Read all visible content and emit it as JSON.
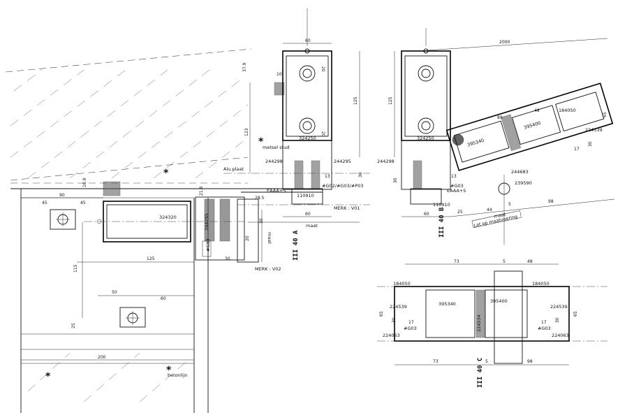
{
  "details": {
    "a": {
      "title": "III 40 A",
      "merk": "MERK : V02"
    },
    "b": {
      "title": "III 40 B",
      "merk": "MERK : V01"
    },
    "c": {
      "title": "III 40 C"
    }
  },
  "labels": {
    "alu_plaat": "Alu.plaat",
    "metsel_stud": "metsel stud",
    "betonlijn": "betonlijn",
    "maat": "maat",
    "maat_b": "maat",
    "maat_vert": "maat",
    "lat_op_maat": "Lat op maatvoering",
    "star": "*"
  },
  "codes": {
    "p324250": "324250",
    "p324250_b": "324250",
    "p324320": "324320",
    "p244298": "244298",
    "p244295": "244295",
    "p244298_b": "244298",
    "p244295_b": "244295",
    "pfg02": "#G02/#G03/#P03",
    "pfg03": "#G03",
    "p110910": "110910",
    "p110910_b": "110910",
    "p395340": "395340",
    "p395400": "395400",
    "p395400_c": "395400",
    "p395340_c": "395340",
    "p184050": "184050",
    "p184050_c1": "184050",
    "p184050_c2": "184050",
    "p224539": "224539",
    "p224539_c1": "224539",
    "p224539_c2": "224539",
    "p224534": "224534",
    "p224063_c1": "224063",
    "p224063_c2": "224063",
    "p239590": "239590",
    "p244683": "244683",
    "pfg03_b": "#G03",
    "pfg03_c1": "#G03",
    "pfg03_c2": "#G03",
    "peaaa": "EAAA+S",
    "peaaa_b": "EAAA+S"
  },
  "dimensions": {
    "d60_top": "60",
    "d60_b": "60",
    "d10": "10",
    "d37_9": "37.9",
    "d125": "125",
    "d125_b": "125",
    "d123": "123",
    "d20a": "20",
    "d20b": "20",
    "d30": "30",
    "d13": "13",
    "d13b": "13",
    "d30b": "30",
    "d28_5": "28.5",
    "d21_8": "21.8",
    "d16_9": "16.9",
    "d90": "90",
    "d45": "45",
    "d45b": "45",
    "d115": "115",
    "d125_c": "125",
    "d30_c": "30",
    "d20_c": "20",
    "d50": "50",
    "d60_c": "60",
    "d25": "25",
    "d200": "200",
    "d60_bb": "60",
    "d2000": "2000",
    "d89": "89",
    "d48": "48",
    "d30_r": "30",
    "d17_r": "17",
    "d65_r": "65",
    "d25_r": "25",
    "d44_r": "44",
    "d5_r": "5",
    "d98_r": "98",
    "d73": "73",
    "d5_c": "5",
    "d48_c": "48",
    "d65_c1": "65",
    "d65_c2": "65",
    "d30_c1": "30",
    "d17_c1": "17",
    "d30_c2": "30",
    "d17_c2": "17",
    "d73_b": "73",
    "d5_cb": "5",
    "d98_c": "98",
    "d30_small": "30"
  }
}
